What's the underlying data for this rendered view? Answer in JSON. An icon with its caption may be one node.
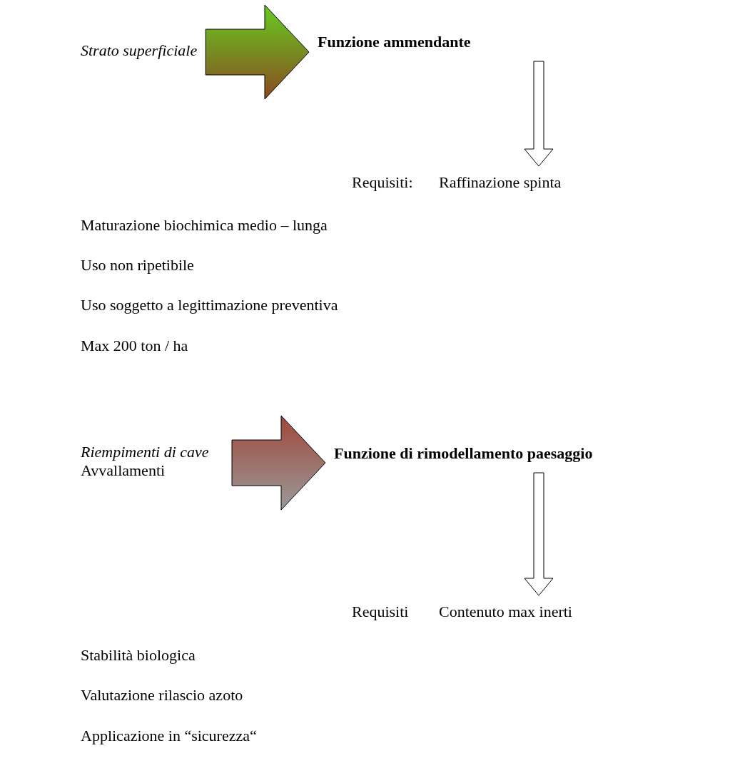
{
  "diagram": {
    "nodes": [
      {
        "text": [
          "Strato superficiale"
        ]
      },
      {
        "text": [
          "Funzione ammendante"
        ]
      },
      {
        "text": [
          "Requisiti:",
          "Raffinazione spinta"
        ]
      },
      {
        "text": [
          "*Riempimenti di cave* Avvallamenti"
        ]
      },
      {
        "text": [
          "Funzione di rimodellamento paesaggio"
        ]
      },
      {
        "text": [
          "Requisiti",
          "Contenuto max inerti"
        ]
      }
    ],
    "edges": [
      {
        "from": 0,
        "to": 1,
        "arrow": "to",
        "style": "thick",
        "color": "#66cc22"
      },
      {
        "from": 1,
        "to": 2,
        "arrow": "to"
      },
      {
        "from": 3,
        "to": 4,
        "arrow": "to",
        "style": "thick",
        "color": "#a0483a"
      },
      {
        "from": 4,
        "to": 5,
        "arrow": "to"
      }
    ],
    "labels": [
      "Maturazione biochimica medio – lunga",
      "Uso non ripetibile",
      "Uso soggetto a legittimazione preventiva",
      "Max 200 ton / ha",
      "Stabilità biologica",
      "Valutazione rilascio azoto",
      "Applicazione in “sicurezza“"
    ]
  }
}
